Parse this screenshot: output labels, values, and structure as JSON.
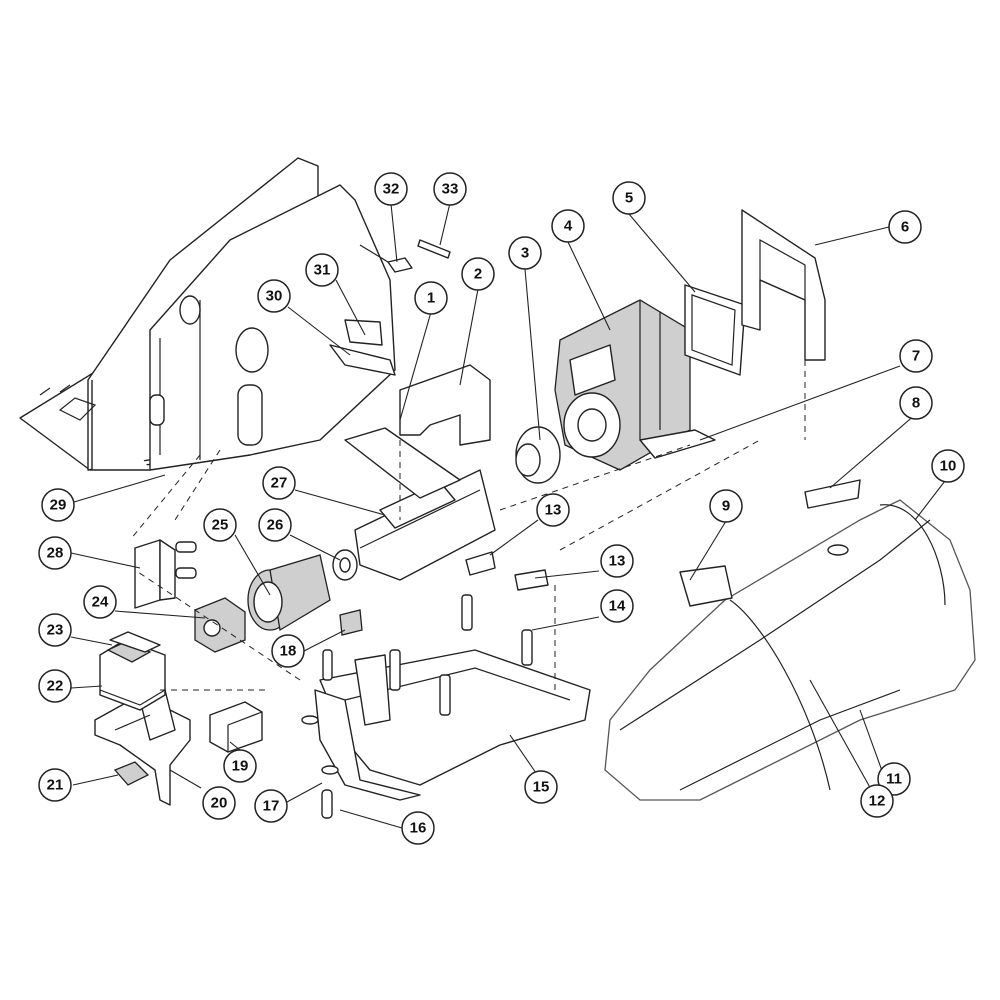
{
  "diagram": {
    "callouts": [
      {
        "id": "c1",
        "label": "1"
      },
      {
        "id": "c2",
        "label": "2"
      },
      {
        "id": "c3",
        "label": "3"
      },
      {
        "id": "c4",
        "label": "4"
      },
      {
        "id": "c5",
        "label": "5"
      },
      {
        "id": "c6",
        "label": "6"
      },
      {
        "id": "c7",
        "label": "7"
      },
      {
        "id": "c8",
        "label": "8"
      },
      {
        "id": "c9",
        "label": "9"
      },
      {
        "id": "c10",
        "label": "10"
      },
      {
        "id": "c11",
        "label": "11"
      },
      {
        "id": "c12",
        "label": "12"
      },
      {
        "id": "c13a",
        "label": "13"
      },
      {
        "id": "c13b",
        "label": "13"
      },
      {
        "id": "c14",
        "label": "14"
      },
      {
        "id": "c15",
        "label": "15"
      },
      {
        "id": "c16",
        "label": "16"
      },
      {
        "id": "c17",
        "label": "17"
      },
      {
        "id": "c18",
        "label": "18"
      },
      {
        "id": "c19",
        "label": "19"
      },
      {
        "id": "c20",
        "label": "20"
      },
      {
        "id": "c21",
        "label": "21"
      },
      {
        "id": "c22",
        "label": "22"
      },
      {
        "id": "c23",
        "label": "23"
      },
      {
        "id": "c24",
        "label": "24"
      },
      {
        "id": "c25",
        "label": "25"
      },
      {
        "id": "c26",
        "label": "26"
      },
      {
        "id": "c27",
        "label": "27"
      },
      {
        "id": "c28",
        "label": "28"
      },
      {
        "id": "c29",
        "label": "29"
      },
      {
        "id": "c30",
        "label": "30"
      },
      {
        "id": "c31",
        "label": "31"
      },
      {
        "id": "c32",
        "label": "32"
      },
      {
        "id": "c33",
        "label": "33"
      }
    ]
  }
}
